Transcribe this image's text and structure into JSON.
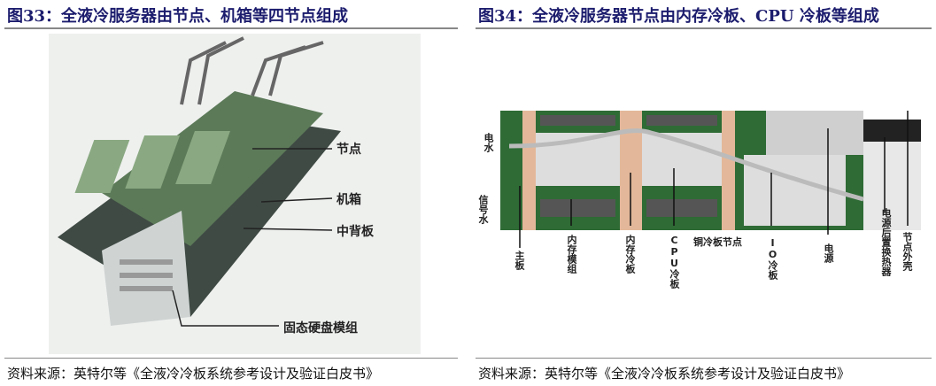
{
  "left": {
    "title": "图33：全液冷服务器由节点、机箱等四节点组成",
    "labels": {
      "node": "节点",
      "chassis": "机箱",
      "backplane": "中背板",
      "ssd": "固态硬盘模组"
    },
    "source": "资料来源：英特尔等《全液冷冷板系统参考设计及验证白皮书》"
  },
  "right": {
    "title": "图34：全液冷服务器节点由内存冷板、CPU 冷板等组成",
    "labels": {
      "power_water": "电水",
      "signal_water": "信号水",
      "mainboard": "主板",
      "memory_module": "内存模组",
      "memory_cold_plate": "内存冷板",
      "cpu_cold_plate": "CPU冷板",
      "copper_node": "铜冷板节点",
      "io_cold_plate": "IO冷板",
      "psu": "电源",
      "psu_hx": "电源后置换热器",
      "node_shell": "节点外壳"
    },
    "source": "资料来源：英特尔等《全液冷冷板系统参考设计及验证白皮书》"
  }
}
